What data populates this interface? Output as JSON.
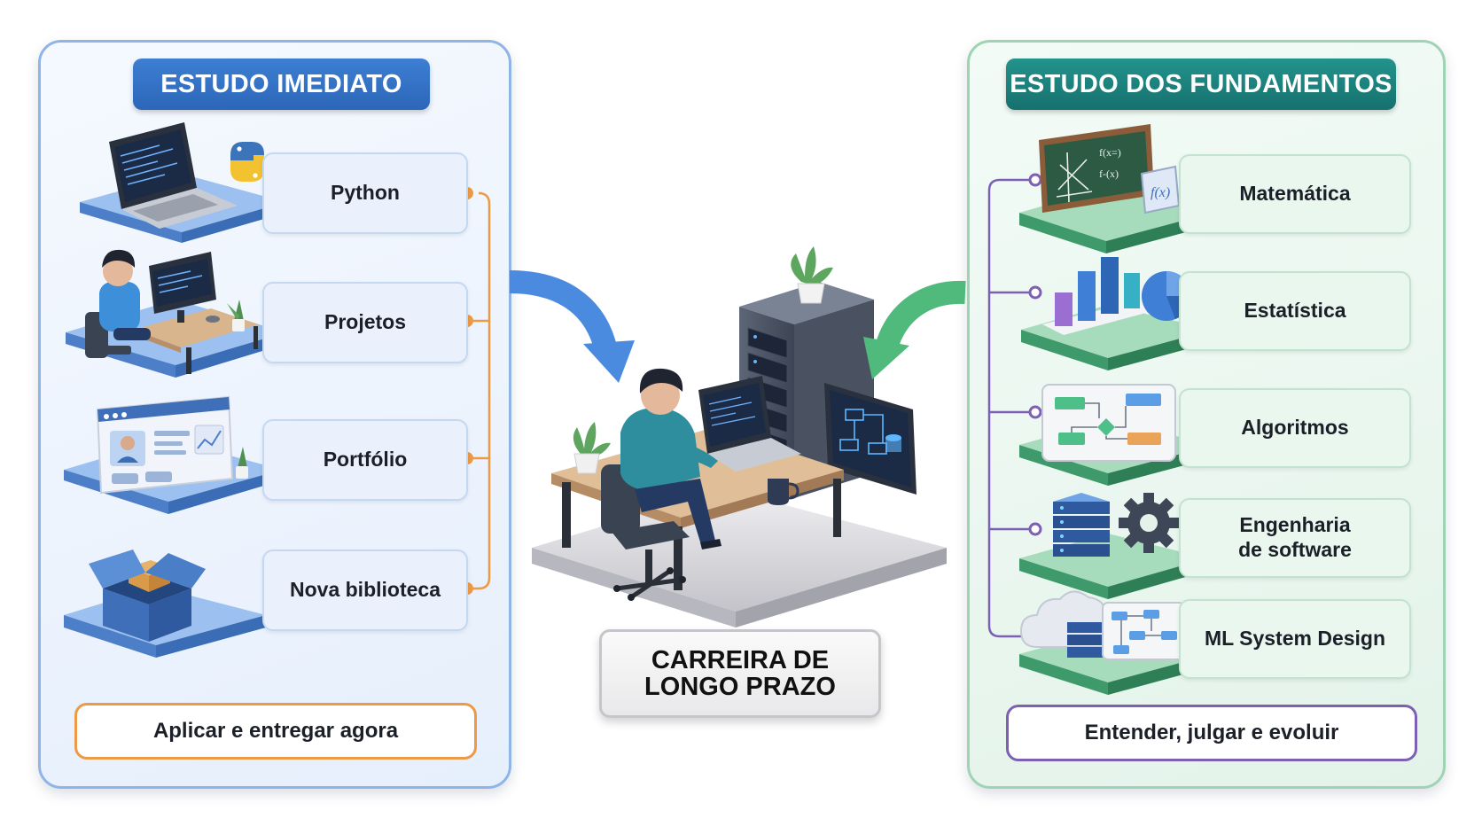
{
  "left": {
    "title": "ESTUDO IMEDIATO",
    "items": [
      {
        "label": "Python",
        "icon": "laptop-python-icon"
      },
      {
        "label": "Projetos",
        "icon": "developer-desk-icon"
      },
      {
        "label": "Portfólio",
        "icon": "portfolio-webpage-icon"
      },
      {
        "label": "Nova biblioteca",
        "icon": "package-box-icon"
      }
    ],
    "footer": "Aplicar e entregar agora",
    "accent": "#2c66b8",
    "connector_color": "#ec9a45"
  },
  "center": {
    "line1": "CARREIRA DE",
    "line2": "LONGO PRAZO",
    "icon": "developer-server-workstation-icon"
  },
  "right": {
    "title": "ESTUDO DOS FUNDAMENTOS",
    "items": [
      {
        "label": "Matemática",
        "icon": "chalkboard-math-icon"
      },
      {
        "label": "Estatística",
        "icon": "bar-pie-chart-icon"
      },
      {
        "label": "Algoritmos",
        "icon": "flowchart-icon"
      },
      {
        "label_line1": "Engenharia",
        "label_line2": "de software",
        "icon": "server-gear-icon"
      },
      {
        "label": "ML System Design",
        "icon": "cloud-system-diagram-icon"
      }
    ],
    "footer": "Entender, julgar e evoluir",
    "accent": "#16716e",
    "connector_color": "#7d5fb3"
  },
  "arrows": {
    "left_color": "#4a8be0",
    "right_color": "#4fba7c"
  }
}
